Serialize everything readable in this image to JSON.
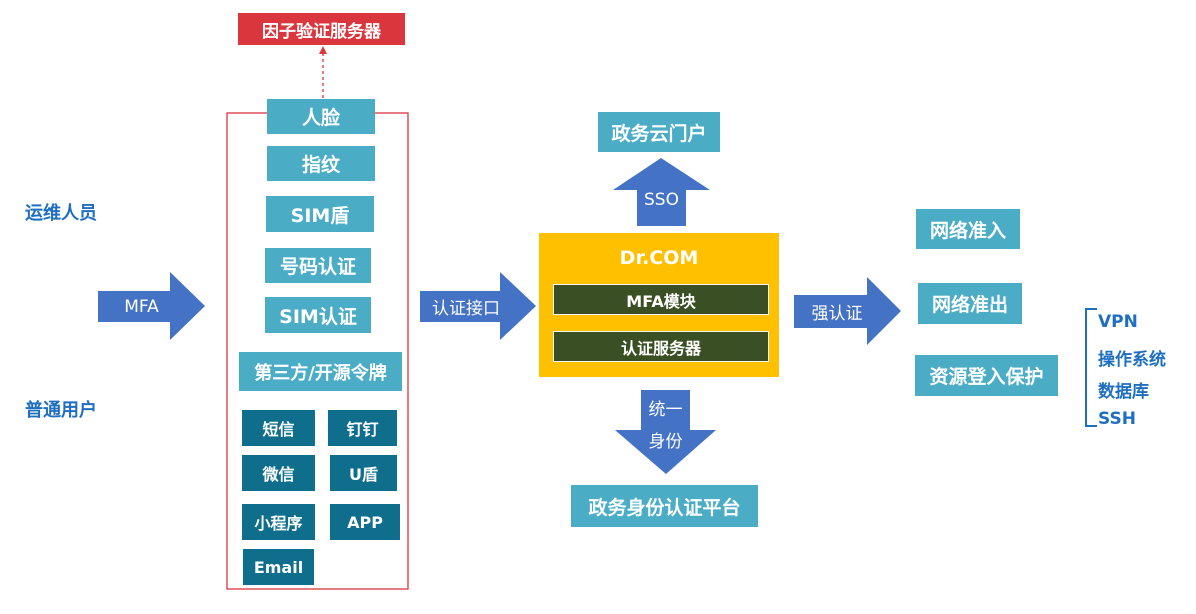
{
  "factor_server": "因子验证服务器",
  "users": {
    "ops": "运维人员",
    "general": "普通用户"
  },
  "left_arrow": "MFA",
  "factors": {
    "face": "人脸",
    "fingerprint": "指纹",
    "sim_shield": "SIM盾",
    "number_auth": "号码认证",
    "sim_auth": "SIM认证",
    "third_party": "第三方/开源令牌"
  },
  "tokens": {
    "sms": "短信",
    "dingtalk": "钉钉",
    "wechat": "微信",
    "ukey": "U盾",
    "miniprogram": "小程序",
    "app": "APP",
    "email": "Email"
  },
  "auth_interface": "认证接口",
  "drcom": {
    "title": "Dr.COM",
    "mfa_module": "MFA模块",
    "auth_server": "认证服务器"
  },
  "sso": {
    "label": "SSO",
    "target": "政务云门户"
  },
  "unified": {
    "line1": "统一",
    "line2": "身份",
    "target": "政务身份认证平台"
  },
  "strong_auth": "强认证",
  "outputs": {
    "net_in": "网络准入",
    "net_out": "网络准出",
    "resource": "资源登入保护"
  },
  "resources": [
    "VPN",
    "操作系统",
    "数据库",
    "SSH"
  ],
  "colors": {
    "arrow": "#4472c4",
    "teal": "#4bacc6",
    "navy": "#0e6e8c",
    "red": "#d9363e",
    "gold": "#ffc000",
    "dark_green": "#3a4f24",
    "label_blue": "#1f6fc0"
  }
}
